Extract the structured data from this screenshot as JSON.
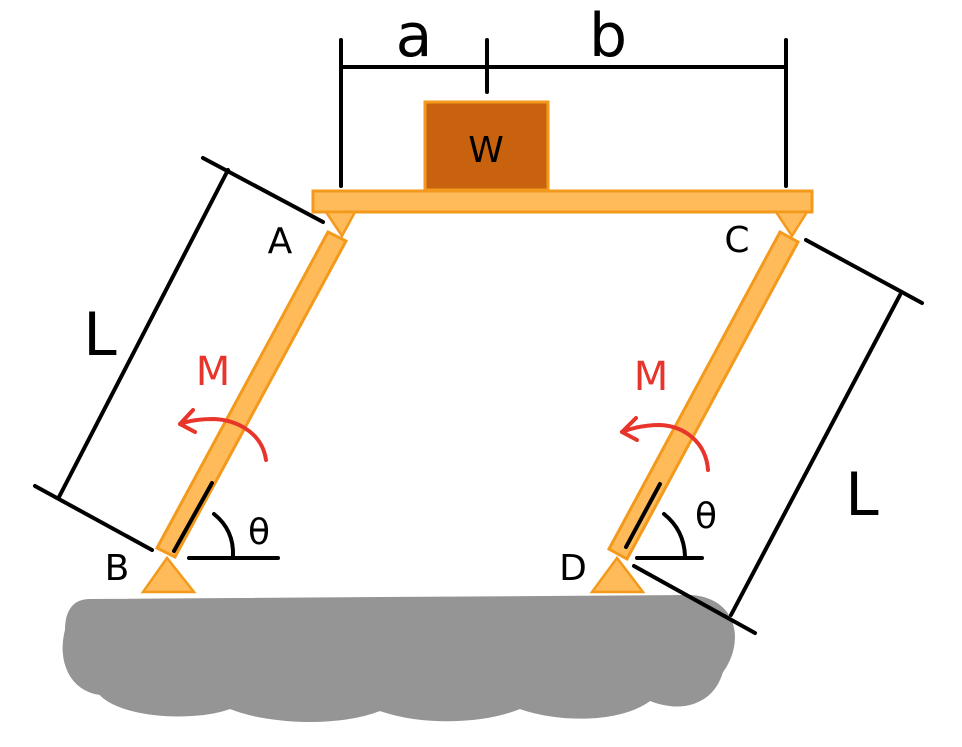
{
  "labels": {
    "dim_a": "a",
    "dim_b": "b",
    "weight": "W",
    "point_a": "A",
    "point_b": "B",
    "point_c": "C",
    "point_d": "D",
    "length_left": "L",
    "length_right": "L",
    "moment_left": "M",
    "moment_right": "M",
    "angle_left": "θ",
    "angle_right": "θ"
  },
  "colors": {
    "member_fill": "#ffba59",
    "member_stroke": "#f39a1d",
    "weight_fill": "#c8620e",
    "moment": "#e8352b",
    "ground": "#959595",
    "ink": "#000000"
  }
}
